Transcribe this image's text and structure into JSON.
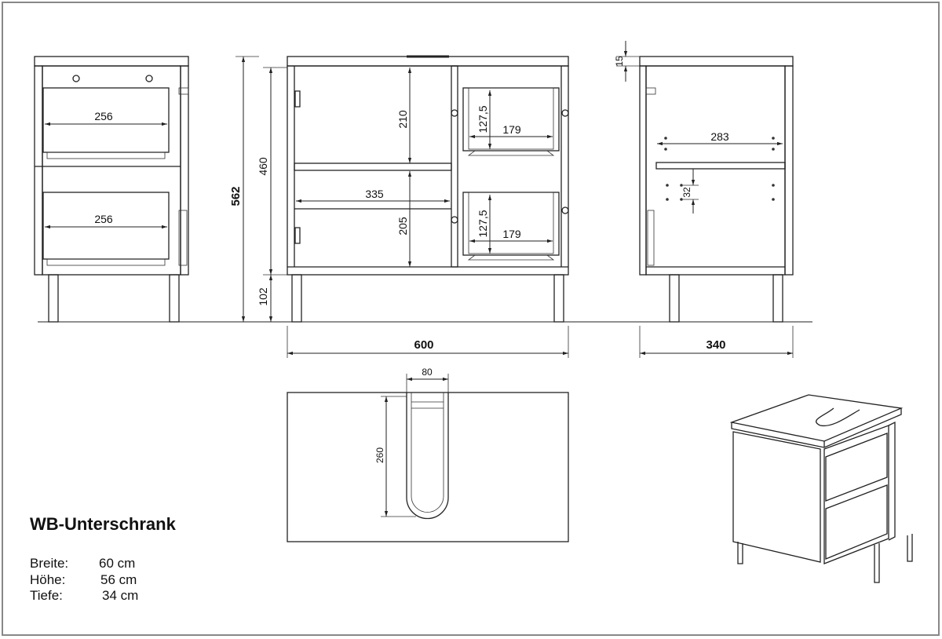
{
  "title": "WB-Unterschrank",
  "specs": [
    {
      "label": "Breite:",
      "value": "60 cm"
    },
    {
      "label": "Höhe:",
      "value": "56 cm"
    },
    {
      "label": "Tiefe:",
      "value": "34 cm"
    }
  ],
  "dimensions": {
    "side_drawer_top_width": "256",
    "side_drawer_bottom_width": "256",
    "total_height": "562",
    "body_height": "460",
    "leg_height": "102",
    "upper_compartment": "210",
    "lower_compartment": "205",
    "door_width": "335",
    "drawer_top_height": "127,5",
    "drawer_top_width": "179",
    "drawer_bottom_height": "127,5",
    "drawer_bottom_width": "179",
    "total_width": "600",
    "total_depth": "340",
    "top_thickness": "15",
    "shelf_depth": "283",
    "hole_spacing": "32",
    "cutout_width": "80",
    "cutout_depth": "260"
  }
}
